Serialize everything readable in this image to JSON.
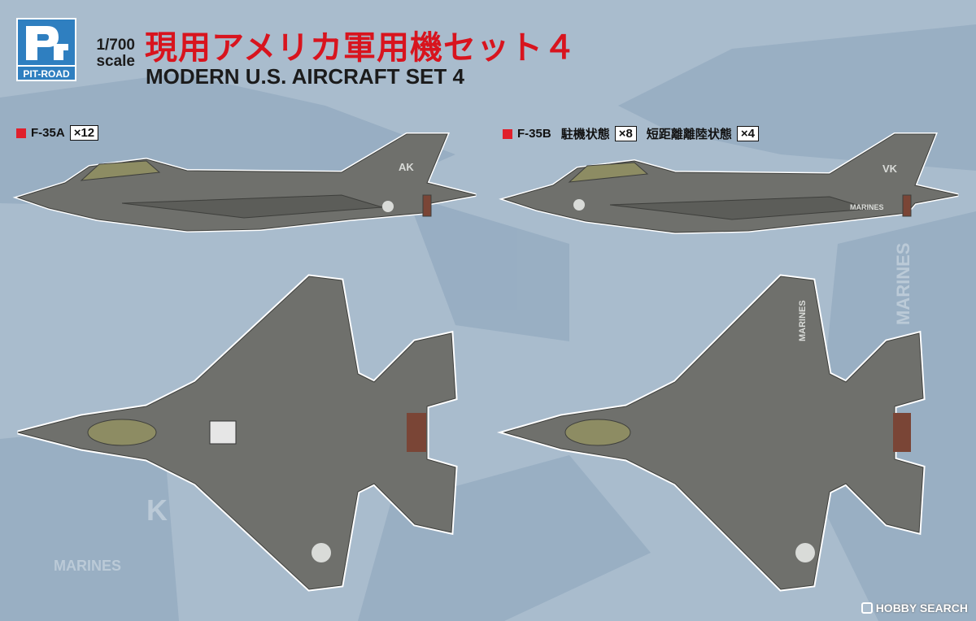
{
  "brand": {
    "logo_text": "PIT-ROAD"
  },
  "scale": {
    "line1": "1/700",
    "line2": "scale"
  },
  "title": {
    "japanese": "現用アメリカ軍用機セット４",
    "english": "MODERN U.S. AIRCRAFT SET 4"
  },
  "items": [
    {
      "name": "F-35A",
      "variants": [
        {
          "label": "",
          "qty": "×12"
        }
      ]
    },
    {
      "name": "F-35B",
      "variants": [
        {
          "label": "駐機状態",
          "qty": "×8"
        },
        {
          "label": "短距離離陸状態",
          "qty": "×4"
        }
      ]
    }
  ],
  "markings": {
    "tail_a": "AK",
    "tail_b": "VK",
    "marines_side": "MARINES",
    "marines_wing": "MARINES",
    "bg_marines_1": "MARINES",
    "bg_marines_2": "MARINES",
    "bg_letter": "K"
  },
  "watermark": "HOBBY SEARCH",
  "colors": {
    "background": "#a9bccd",
    "aircraft": "#6f706c",
    "aircraft_dark": "#5c5d59",
    "canopy": "#8d8c63",
    "title_red": "#d8141e",
    "brand_blue": "#2f7fc0"
  }
}
